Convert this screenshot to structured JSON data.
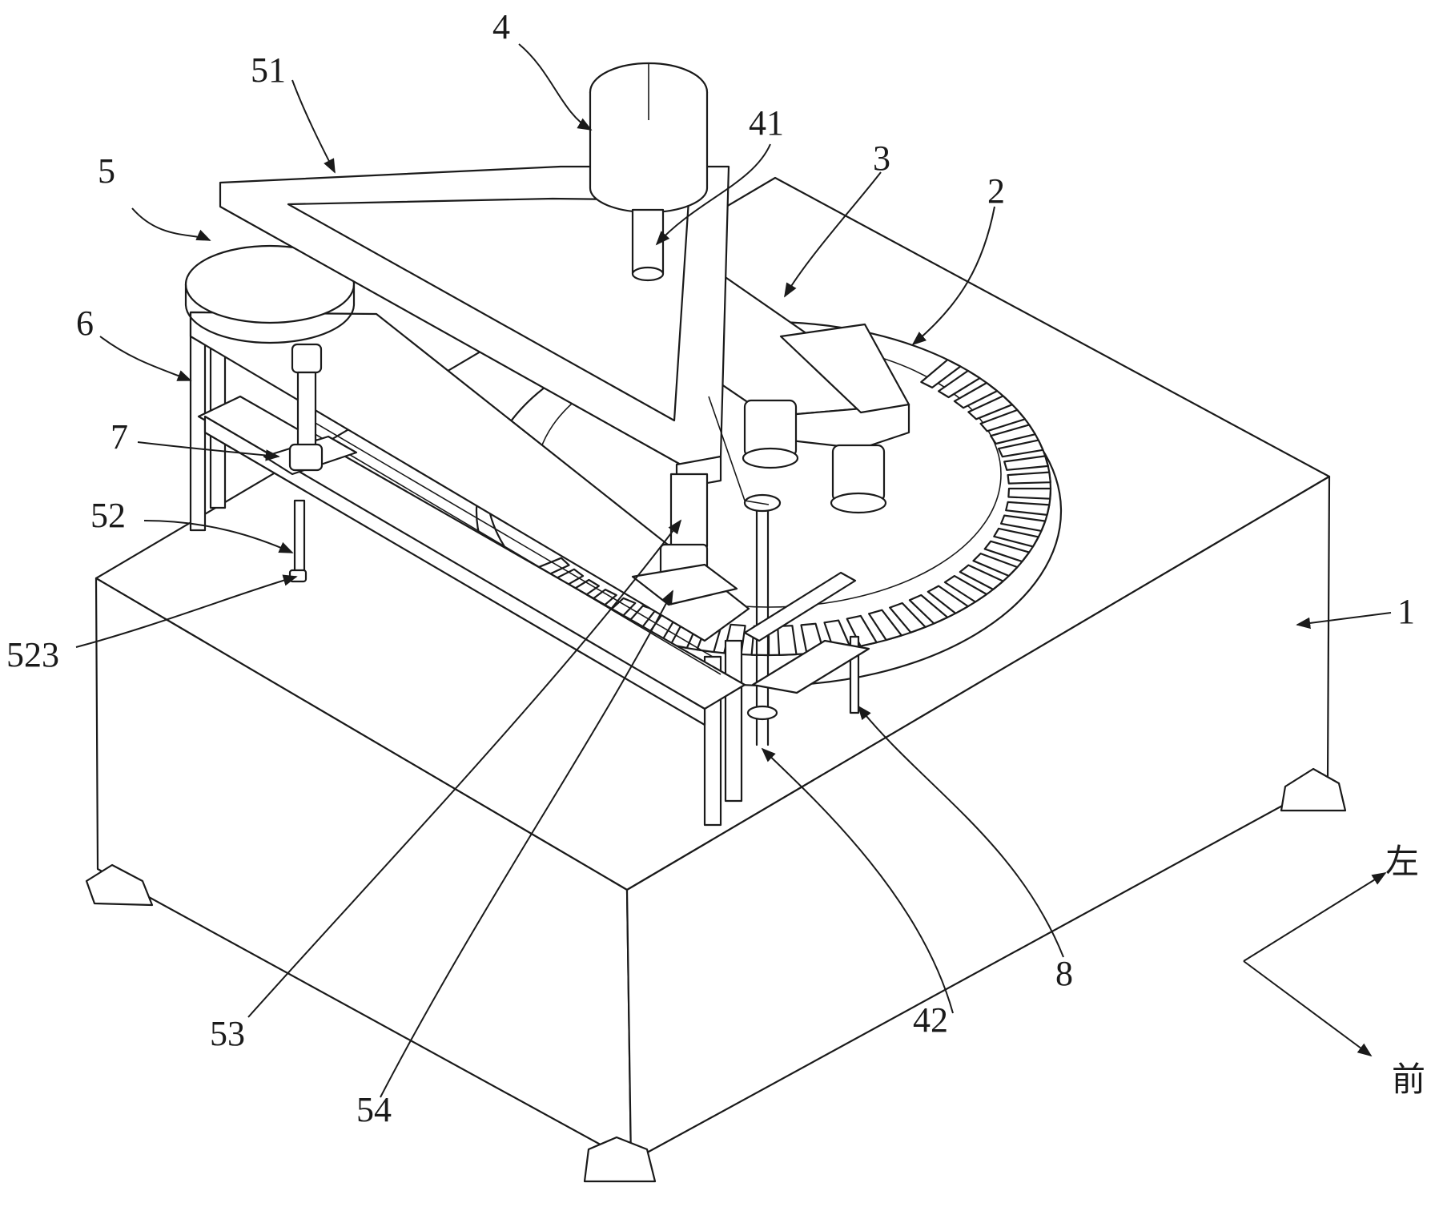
{
  "figure": {
    "reference_numerals": {
      "base": "1",
      "turntable": "2",
      "chute": "3",
      "hopper": "4",
      "hopper_shaft": "41",
      "lower_pulley": "42",
      "arm_assembly": "5",
      "triangular_arm": "51",
      "push_rod": "52",
      "rod_tip": "523",
      "pillar": "53",
      "pillar_base": "54",
      "frame": "6",
      "slide_plate": "7",
      "scraper": "8"
    },
    "orientation": {
      "left_label": "左",
      "front_label": "前"
    }
  }
}
